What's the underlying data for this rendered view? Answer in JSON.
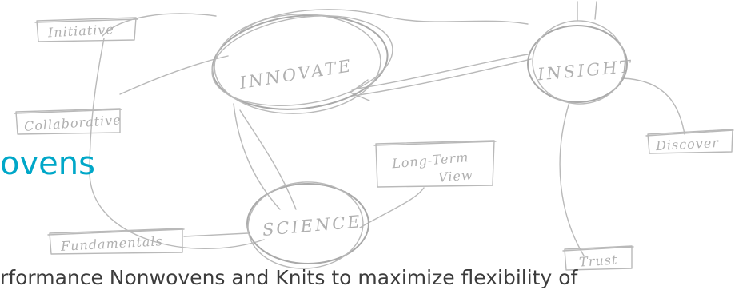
{
  "sketch": {
    "nodes": {
      "innovate": "INNOVATE",
      "insight": "INSIGHT",
      "science": "SCIENCE"
    },
    "labels": {
      "initiative": "Initiative",
      "collaborative": "Collaborative",
      "discover": "Discover",
      "long_term_view_line1": "Long-Term",
      "long_term_view_line2": "View",
      "fundamentals": "Fundamentals",
      "trust": "Trust"
    }
  },
  "heading": "ovens",
  "body_text": "rformance Nonwovens and Knits to maximize flexibility of"
}
